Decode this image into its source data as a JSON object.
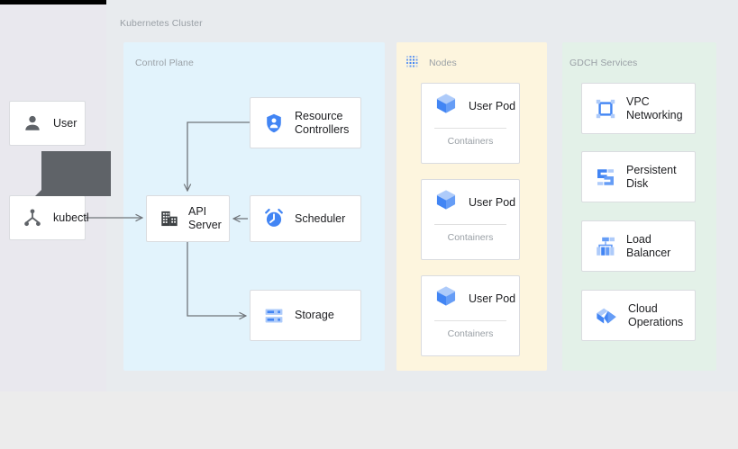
{
  "diagram": {
    "title": "Kubernetes Cluster",
    "colors": {
      "control_plane_bg": "#e2f3fc",
      "nodes_bg": "#fdf5de",
      "gdch_bg": "#e3f1e8",
      "canvas_bg": "#e8ebee",
      "left_bg": "#e9e8ee",
      "below_bg": "#ececec",
      "icon_blue": "#4285f4",
      "icon_blue_light": "#8ab4f8",
      "icon_dark": "#5f6368",
      "connector": "#70757a",
      "label_gray": "#9aa0a6",
      "text_dark": "#202124",
      "tooltip_bg": "#5f6368"
    },
    "actors": [
      {
        "id": "user",
        "label": "User",
        "icon": "person-icon"
      },
      {
        "id": "kubectl",
        "label": "kubectl",
        "icon": "kubectl-fork-icon"
      }
    ],
    "panels": {
      "control_plane": {
        "label": "Control Plane",
        "components": [
          {
            "id": "resource-controllers",
            "label": "Resource\nControllers",
            "icon": "shield-person-icon"
          },
          {
            "id": "api-server",
            "label": "API\nServer",
            "icon": "building-icon"
          },
          {
            "id": "scheduler",
            "label": "Scheduler",
            "icon": "alarm-clock-icon"
          },
          {
            "id": "storage",
            "label": "Storage",
            "icon": "storage-rack-icon"
          }
        ]
      },
      "nodes": {
        "label": "Nodes",
        "icon": "dotted-grid-icon",
        "pods": [
          {
            "id": "pod-1",
            "label": "User Pod",
            "icon": "cube-icon",
            "footer": "Containers"
          },
          {
            "id": "pod-2",
            "label": "User Pod",
            "icon": "cube-icon",
            "footer": "Containers"
          },
          {
            "id": "pod-3",
            "label": "User Pod",
            "icon": "cube-icon",
            "footer": "Containers"
          }
        ]
      },
      "gdch_services": {
        "label": "GDCH Services",
        "services": [
          {
            "id": "vpc-networking",
            "label": "VPC\nNetworking",
            "icon": "vpc-network-icon"
          },
          {
            "id": "persistent-disk",
            "label": "Persistent\nDisk",
            "icon": "persistent-disk-icon"
          },
          {
            "id": "load-balancer",
            "label": "Load\nBalancer",
            "icon": "load-balancer-icon"
          },
          {
            "id": "cloud-operations",
            "label": "Cloud\nOperations",
            "icon": "cloud-operations-icon"
          }
        ]
      }
    },
    "connections": [
      {
        "from": "kubectl",
        "to": "api-server"
      },
      {
        "from": "resource-controllers",
        "to": "api-server"
      },
      {
        "from": "scheduler",
        "to": "api-server"
      },
      {
        "from": "api-server",
        "to": "storage"
      }
    ]
  }
}
